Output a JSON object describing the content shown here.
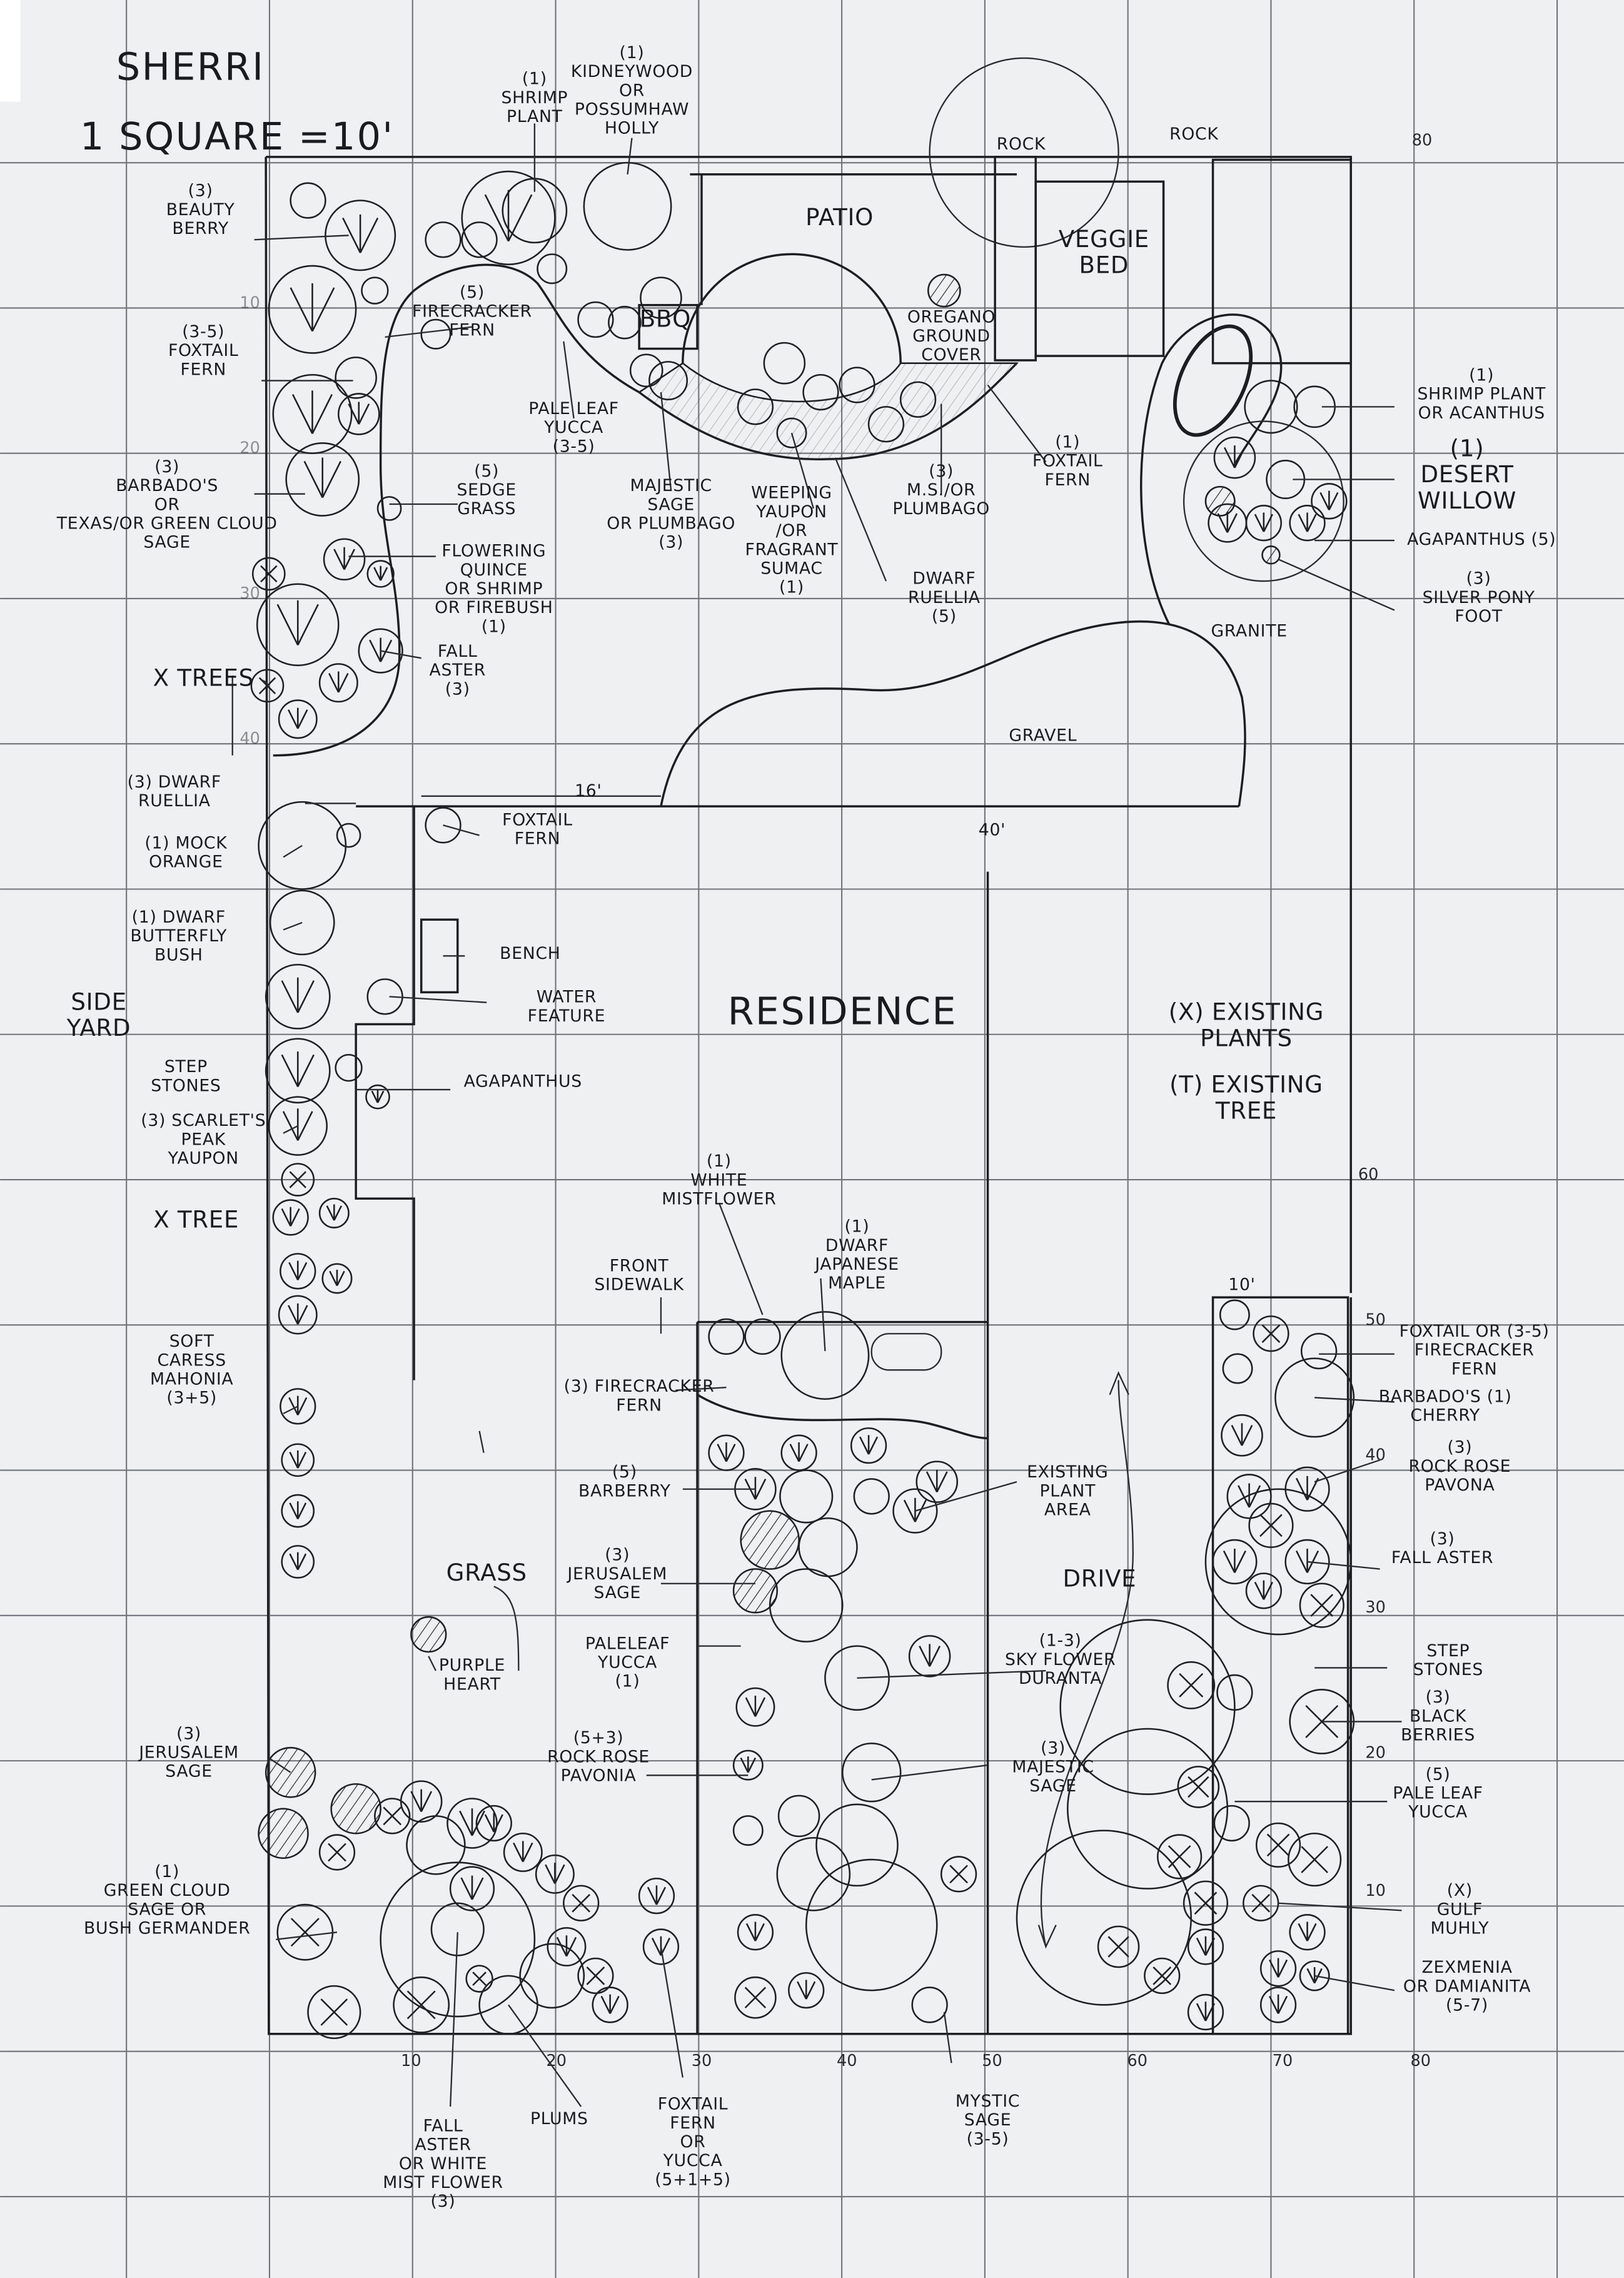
{
  "header": {
    "client": "SHERRI",
    "scale": "1 SQUARE =10'"
  },
  "labels": [
    {
      "lines": [
        "(1)",
        "SHRIMP",
        "PLANT"
      ]
    },
    {
      "lines": [
        "(1)",
        "KIDNEYWOOD",
        "OR",
        "POSSUMHAW",
        "HOLLY"
      ]
    },
    {
      "lines": [
        "(3)",
        "BEAUTY",
        "BERRY"
      ]
    },
    {
      "lines": [
        "PATIO"
      ]
    },
    {
      "lines": [
        "ROCK"
      ]
    },
    {
      "lines": [
        "ROCK"
      ]
    },
    {
      "lines": [
        "VEGGIE",
        "BED"
      ]
    },
    {
      "lines": [
        "(5)",
        "FIRECRACKER",
        "FERN"
      ]
    },
    {
      "lines": [
        "BBQ"
      ]
    },
    {
      "lines": [
        "OREGANO",
        "GROUND",
        "COVER"
      ]
    },
    {
      "lines": [
        "(3-5)",
        "FOXTAIL",
        "FERN"
      ]
    },
    {
      "lines": [
        "PALE LEAF",
        "YUCCA",
        "(3-5)"
      ]
    },
    {
      "lines": [
        "(1)",
        "SHRIMP PLANT",
        "OR ACANTHUS"
      ]
    },
    {
      "lines": [
        "(3)",
        "BARBADO'S",
        "OR",
        "TEXAS/OR GREEN CLOUD",
        "SAGE"
      ]
    },
    {
      "lines": [
        "(5)",
        "SEDGE",
        "GRASS"
      ]
    },
    {
      "lines": [
        "MAJESTIC",
        "SAGE",
        "OR PLUMBAGO",
        "(3)"
      ]
    },
    {
      "lines": [
        "WEEPING",
        "YAUPON",
        "/OR",
        "FRAGRANT",
        "SUMAC",
        "(1)"
      ]
    },
    {
      "lines": [
        "(3)",
        "M.S./OR",
        "PLUMBAGO"
      ]
    },
    {
      "lines": [
        "(1)",
        "FOXTAIL",
        "FERN"
      ]
    },
    {
      "lines": [
        "(1)",
        "DESERT",
        "WILLOW"
      ]
    },
    {
      "lines": [
        "AGAPANTHUS (5)"
      ]
    },
    {
      "lines": [
        "(3)",
        "SILVER PONY",
        "FOOT"
      ]
    },
    {
      "lines": [
        "FLOWERING",
        "QUINCE",
        "OR SHRIMP",
        "OR FIREBUSH",
        "(1)"
      ]
    },
    {
      "lines": [
        "DWARF",
        "RUELLIA",
        "(5)"
      ]
    },
    {
      "lines": [
        "GRANITE"
      ]
    },
    {
      "lines": [
        "X TREES"
      ]
    },
    {
      "lines": [
        "FALL",
        "ASTER",
        "(3)"
      ]
    },
    {
      "lines": [
        "GRAVEL"
      ]
    },
    {
      "lines": [
        "16'"
      ]
    },
    {
      "lines": [
        "40'"
      ]
    },
    {
      "lines": [
        "(3) DWARF",
        "RUELLIA"
      ]
    },
    {
      "lines": [
        "(1) MOCK",
        "ORANGE"
      ]
    },
    {
      "lines": [
        "FOXTAIL",
        "FERN"
      ]
    },
    {
      "lines": [
        "(1) DWARF",
        "BUTTERFLY",
        "BUSH"
      ]
    },
    {
      "lines": [
        "BENCH"
      ]
    },
    {
      "lines": [
        "SIDE",
        "YARD"
      ]
    },
    {
      "lines": [
        "WATER",
        "FEATURE"
      ]
    },
    {
      "lines": [
        "RESIDENCE"
      ]
    },
    {
      "lines": [
        "(X) EXISTING",
        "PLANTS"
      ]
    },
    {
      "lines": [
        "(T) EXISTING",
        "TREE"
      ]
    },
    {
      "lines": [
        "STEP",
        "STONES"
      ]
    },
    {
      "lines": [
        "AGAPANTHUS"
      ]
    },
    {
      "lines": [
        "(3) SCARLET'S",
        "PEAK",
        "YAUPON"
      ]
    },
    {
      "lines": [
        "X TREE"
      ]
    },
    {
      "lines": [
        "(1)",
        "WHITE",
        "MISTFLOWER"
      ]
    },
    {
      "lines": [
        "(1)",
        "DWARF",
        "JAPANESE",
        "MAPLE"
      ]
    },
    {
      "lines": [
        "FRONT",
        "SIDEWALK"
      ]
    },
    {
      "lines": [
        "SOFT",
        "CARESS",
        "MAHONIA",
        "(3+5)"
      ]
    },
    {
      "lines": [
        "(3) FIRECRACKER",
        "FERN"
      ]
    },
    {
      "lines": [
        "10'"
      ]
    },
    {
      "lines": [
        "FOXTAIL OR (3-5)",
        "FIRECRACKER",
        "FERN"
      ]
    },
    {
      "lines": [
        "BARBADO'S (1)",
        "CHERRY"
      ]
    },
    {
      "lines": [
        "(5)",
        "BARBERRY"
      ]
    },
    {
      "lines": [
        "EXISTING",
        "PLANT",
        "AREA"
      ]
    },
    {
      "lines": [
        "(3)",
        "ROCK ROSE",
        "PAVONA"
      ]
    },
    {
      "lines": [
        "GRASS"
      ]
    },
    {
      "lines": [
        "DRIVE"
      ]
    },
    {
      "lines": [
        "(3)",
        "FALL ASTER"
      ]
    },
    {
      "lines": [
        "(3)",
        "JERUSALEM",
        "SAGE"
      ]
    },
    {
      "lines": [
        "STEP",
        "STONES"
      ]
    },
    {
      "lines": [
        "PALELEAF",
        "YUCCA",
        "(1)"
      ]
    },
    {
      "lines": [
        "PURPLE",
        "HEART"
      ]
    },
    {
      "lines": [
        "(1-3)",
        "SKY FLOWER",
        "DURANTA"
      ]
    },
    {
      "lines": [
        "(3)",
        "BLACK",
        "BERRIES"
      ]
    },
    {
      "lines": [
        "(3)",
        "JERUSALEM",
        "SAGE"
      ]
    },
    {
      "lines": [
        "(5+3)",
        "ROCK ROSE",
        "PAVONIA"
      ]
    },
    {
      "lines": [
        "(3)",
        "MAJESTIC",
        "SAGE"
      ]
    },
    {
      "lines": [
        "(5)",
        "PALE LEAF",
        "YUCCA"
      ]
    },
    {
      "lines": [
        "(1)",
        "GREEN CLOUD",
        "SAGE OR",
        "BUSH GERMANDER"
      ]
    },
    {
      "lines": [
        "(X)",
        "GULF",
        "MUHLY"
      ]
    },
    {
      "lines": [
        "ZEXMENIA",
        "OR DAMIANITA",
        "(5-7)"
      ]
    },
    {
      "lines": [
        "FALL",
        "ASTER",
        "OR WHITE",
        "MIST FLOWER",
        "(3)"
      ]
    },
    {
      "lines": [
        "PLUMS"
      ]
    },
    {
      "lines": [
        "FOXTAIL",
        "FERN",
        "OR",
        "YUCCA",
        "(5+1+5)"
      ]
    },
    {
      "lines": [
        "MYSTIC",
        "SAGE",
        "(3-5)"
      ]
    }
  ],
  "axis": {
    "bottom": [
      "10",
      "20",
      "30",
      "40",
      "50",
      "60",
      "70",
      "80"
    ],
    "right": [
      "50",
      "40",
      "30",
      "20",
      "10"
    ],
    "right_extra": "60",
    "top": "80",
    "left": [
      "10",
      "20",
      "30",
      "40"
    ]
  }
}
